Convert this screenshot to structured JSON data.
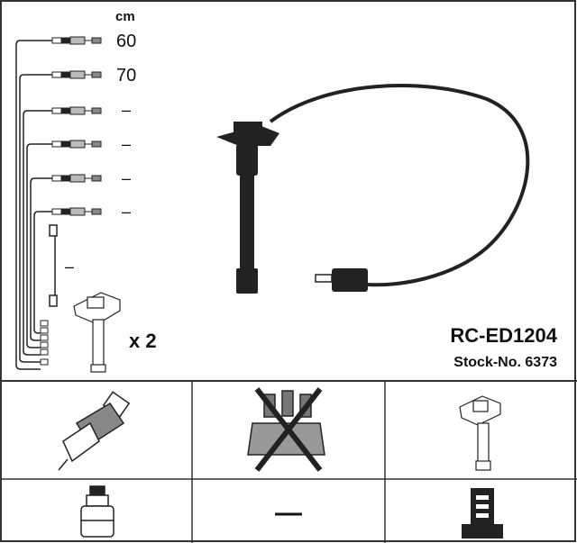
{
  "header": {
    "unit_label": "cm"
  },
  "cable_lengths": [
    "60",
    "70",
    "–",
    "–",
    "–",
    "–"
  ],
  "coil_wire_length": "–",
  "coil_quantity": "x 2",
  "product": {
    "code": "RC-ED1204",
    "stock_number": "Stock-No. 6373"
  },
  "compatibility_grid": {
    "spark_plug": {
      "icon": "spark-plug-icon"
    },
    "distributor_cap": {
      "icon": "distributor-cap-icon",
      "crossed_out": true
    },
    "ignition_coil": {
      "icon": "ignition-coil-icon"
    },
    "plug_connector": {
      "icon": "plug-connector-icon"
    },
    "missing_item": {
      "label": "–"
    },
    "terminal": {
      "icon": "terminal-icon"
    }
  }
}
